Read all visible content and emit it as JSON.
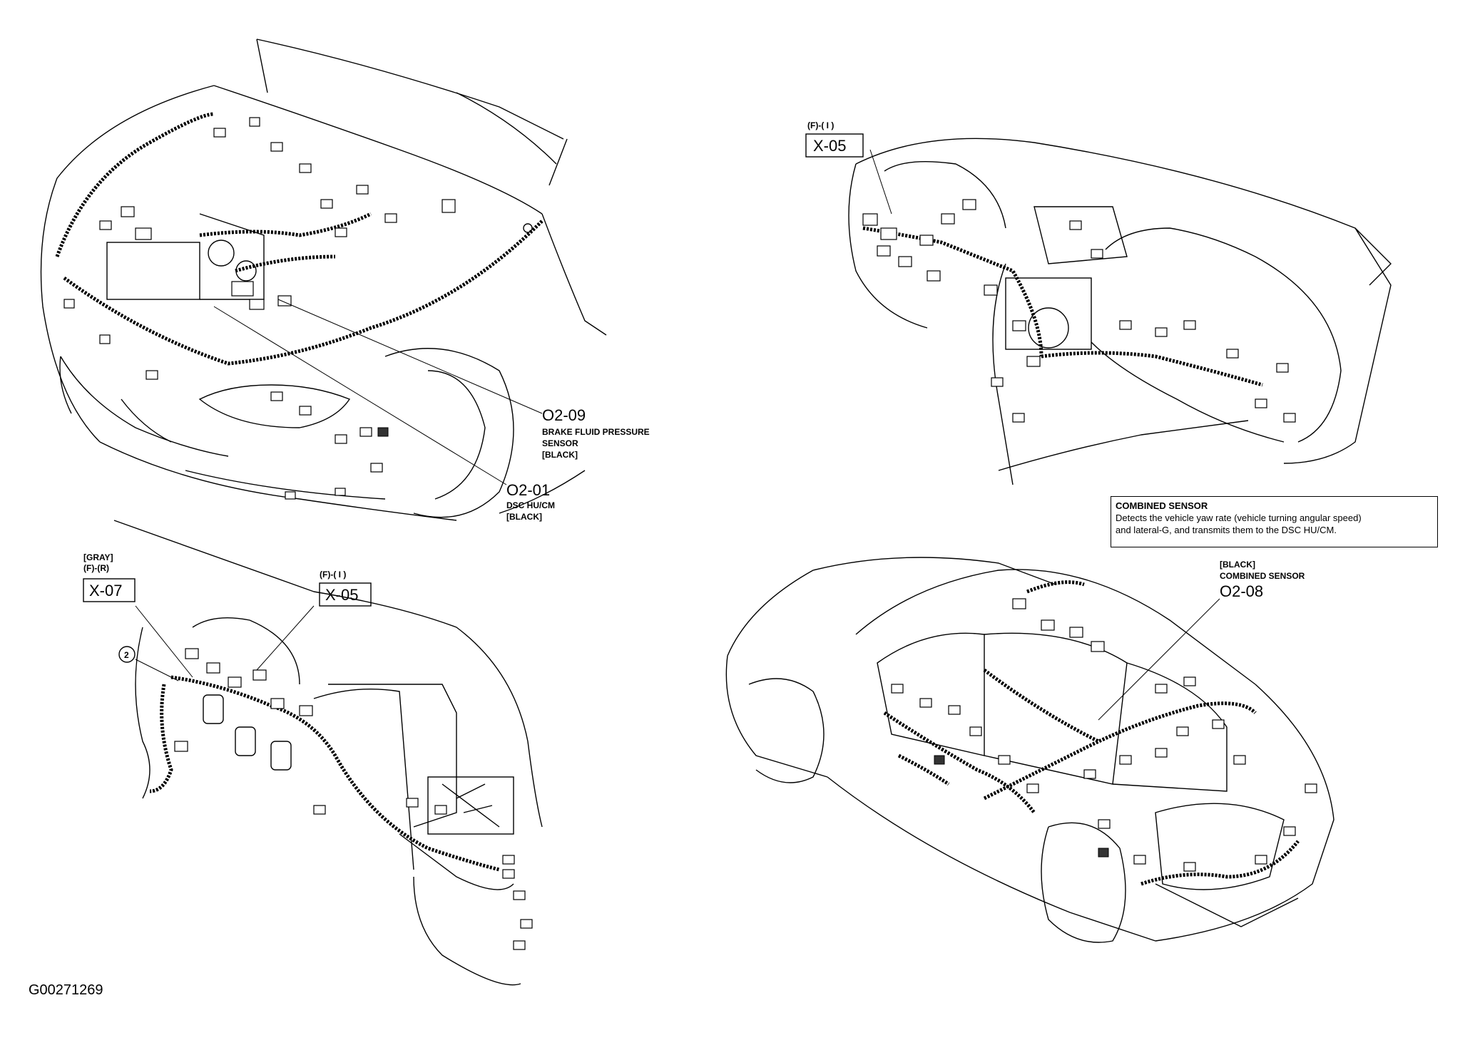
{
  "top_left": {
    "o2_09": {
      "code": "O2-09",
      "line1": "BRAKE FLUID PRESSURE",
      "line2": "SENSOR",
      "color": "[BLACK]"
    },
    "o2_01": {
      "code": "O2-01",
      "line1": "DSC HU/CM",
      "color": "[BLACK]"
    }
  },
  "top_right": {
    "x05": {
      "position": "(F)-( I )",
      "code": "X-05"
    }
  },
  "bottom_left": {
    "x07": {
      "color": "[GRAY]",
      "position": "(F)-(R)",
      "code": "X-07"
    },
    "x05": {
      "position": "(F)-( I )",
      "code": "X-05"
    },
    "circled": "2"
  },
  "combined_sensor_box": {
    "title": "COMBINED SENSOR",
    "line1": "Detects the vehicle yaw rate (vehicle turning angular speed)",
    "line2": "and lateral-G, and transmits them to the DSC HU/CM."
  },
  "bottom_right": {
    "o2_08": {
      "color": "[BLACK]",
      "name": "COMBINED SENSOR",
      "code": "O2-08"
    }
  },
  "figure_id": "G00271269"
}
